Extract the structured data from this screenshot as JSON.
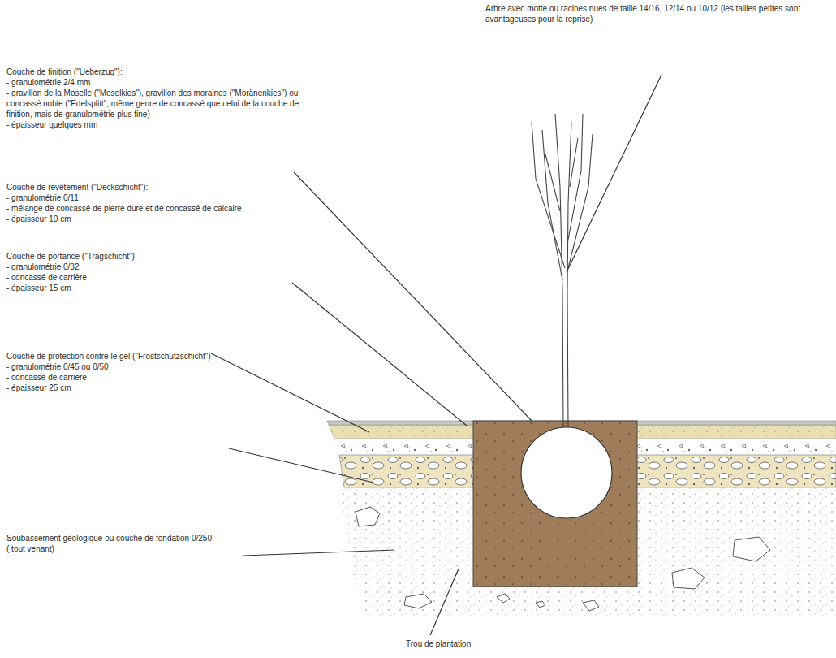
{
  "diagram": {
    "labels": [
      "Arbre avec motte ou racines nues de taille 14/16, 12/14 ou 10/12 (les tailles petites sont avantageuses pour la reprise)",
      "Couche de finition (\"Ueberzug\"):",
      "- granulométrie 2/4 mm",
      "- gravillon de la Moselle (\"Moselkies\"), gravillon des moraines (\"Moränenkies\") ou concassé noble (\"Edelsplitt\"; même genre de concassé que celui de la couche de finition, mais de granulométrie plus fine)",
      "- épaisseur quelques mm",
      "Couche de revêtement (\"Deckschicht\"):",
      "- granulométrie 0/11",
      "- mélange de concassé de pierre dure et de concassé de calcaire",
      "- épaisseur 10 cm",
      "Couche de portance (\"Tragschicht\")",
      "- granulométrie 0/32",
      "- concassé de carrière",
      "- épaisseur 15 cm",
      "Couche de protection contre le gel (\"Frostschutzschicht\")",
      "- granulométrie 0/45 ou 0/50",
      "- concassé de carrière",
      "- épaisseur 25 cm",
      "Soubassement géologique ou couche de fondation 0/250 ( tout venant)",
      "Trou de plantation"
    ]
  }
}
